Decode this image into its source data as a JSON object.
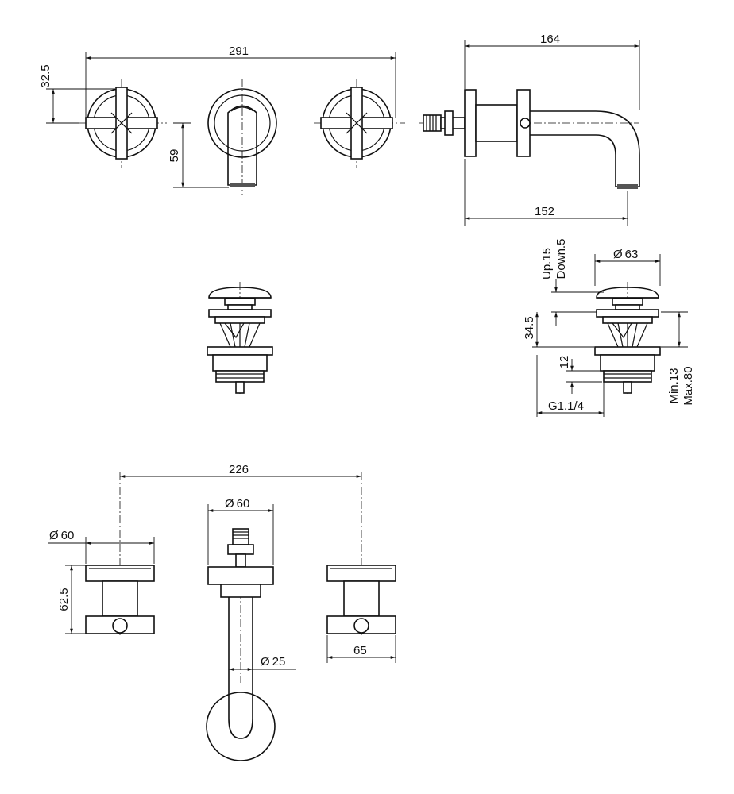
{
  "dimensions": {
    "top_width": "291",
    "top_offset": "32.5",
    "spout_drop": "59",
    "side_length": "164",
    "side_projection": "152",
    "drain_travel_up": "Up.15",
    "drain_travel_down": "Down.5",
    "drain_cap_dia": "63",
    "drain_height": "34.5",
    "drain_thread_len": "12",
    "drain_thread": "G1.1/4",
    "drain_min": "Min.13",
    "drain_max": "Max.80",
    "front_centers": "226",
    "front_spout_dia": "60",
    "front_handle_dia": "60",
    "front_handle_height": "62.5",
    "front_handle_plate": "65",
    "front_pipe_dia": "25"
  },
  "symbols": {
    "diameter": "Ø"
  }
}
